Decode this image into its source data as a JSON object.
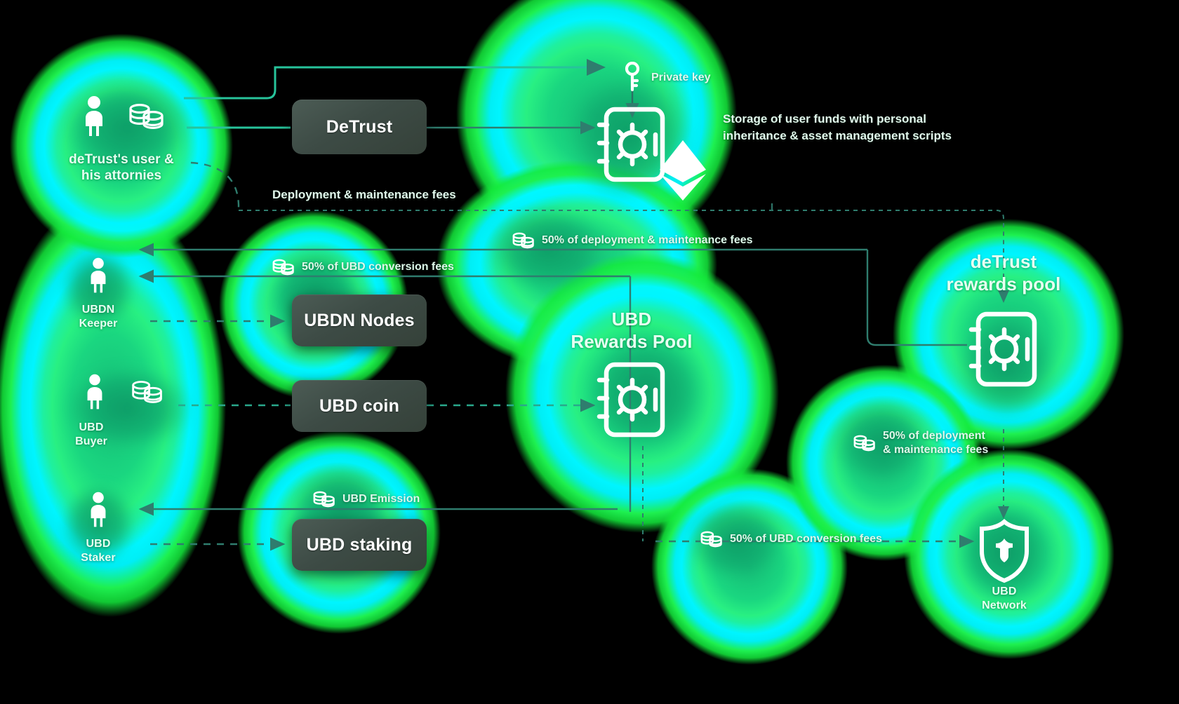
{
  "diagram": {
    "title": "deTrust / UBD Network value flow",
    "background": "#000000",
    "accent": "#22e07a",
    "halo_cyan": "#00f5ff",
    "halo_green": "#1ee050",
    "box_fill": "#3d4b45",
    "line_color": "#2f7d6e"
  },
  "nodes": {
    "detrust_user": {
      "label": "deTrust's user &\nhis attornies",
      "icons": [
        "person-icon",
        "coins-icon"
      ]
    },
    "ubdn_keeper": {
      "label": "UBDN\nKeeper",
      "icons": [
        "person-icon"
      ]
    },
    "ubd_buyer": {
      "label": "UBD\nBuyer",
      "icons": [
        "person-icon",
        "coins-icon"
      ]
    },
    "ubd_staker": {
      "label": "UBD\nStaker",
      "icons": [
        "person-icon"
      ]
    },
    "user_vault": {
      "label": "",
      "icons": [
        "safe-icon",
        "ethereum-icon"
      ]
    },
    "ubd_rewards_pool": {
      "label": "UBD\nRewards Pool",
      "icons": [
        "safe-icon"
      ]
    },
    "detrust_rewards_pool": {
      "label": "deTrust\nrewards pool",
      "icons": [
        "safe-icon"
      ]
    },
    "ubd_network": {
      "label": "UBD\nNetwork",
      "icons": [
        "shield-icon"
      ]
    }
  },
  "boxes": {
    "detrust": "DeTrust",
    "ubdn_nodes": "UBDN Nodes",
    "ubd_coin": "UBD coin",
    "ubd_staking": "UBD staking"
  },
  "captions": {
    "private_key": "Private key",
    "storage_note_line1": "Storage of user funds with personal",
    "storage_note_line2": "inheritance & asset management scripts",
    "deployment_fees": "Deployment & maintenance fees",
    "half_deploy_fees": "50% of deployment & maintenance fees",
    "half_conversion_fees": "50% of UBD conversion fees",
    "half_deploy_fees_wrapped_l1": "50% of deployment",
    "half_deploy_fees_wrapped_l2": "& maintenance fees",
    "half_conversion_fees_bottom": "50% of UBD conversion fees",
    "ubd_emission": "UBD Emission"
  }
}
